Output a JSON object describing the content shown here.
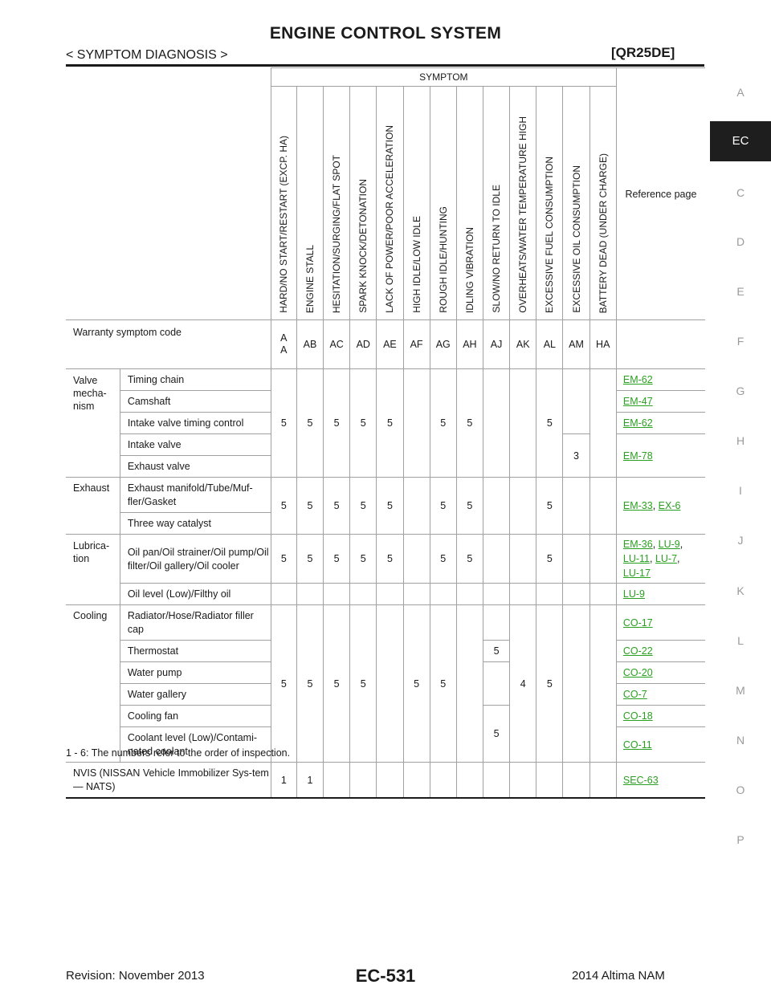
{
  "header": {
    "title": "ENGINE CONTROL SYSTEM",
    "section": "< SYMPTOM DIAGNOSIS >",
    "engine": "[QR25DE]"
  },
  "side_tabs": [
    {
      "label": "A"
    },
    {
      "label": "EC"
    },
    {
      "label": "C"
    },
    {
      "label": "D"
    },
    {
      "label": "E"
    },
    {
      "label": "F"
    },
    {
      "label": "G"
    },
    {
      "label": "H"
    },
    {
      "label": "I"
    },
    {
      "label": "J"
    },
    {
      "label": "K"
    },
    {
      "label": "L"
    },
    {
      "label": "M"
    },
    {
      "label": "N"
    },
    {
      "label": "O"
    },
    {
      "label": "P"
    }
  ],
  "table": {
    "symptom_header": "SYMPTOM",
    "reference_header": "Reference page",
    "symptoms": [
      "HARD/NO START/RESTART (EXCP. HA)",
      "ENGINE STALL",
      "HESITATION/SURGING/FLAT SPOT",
      "SPARK KNOCK/DETONATION",
      "LACK OF POWER/POOR ACCELERATION",
      "HIGH IDLE/LOW IDLE",
      "ROUGH IDLE/HUNTING",
      "IDLING VIBRATION",
      "SLOW/NO RETURN TO IDLE",
      "OVERHEATS/WATER TEMPERATURE HIGH",
      "EXCESSIVE FUEL CONSUMPTION",
      "EXCESSIVE OIL CONSUMPTION",
      "BATTERY DEAD (UNDER CHARGE)"
    ],
    "warranty_label": "Warranty symptom code",
    "codes": [
      "A\nA",
      "AB",
      "AC",
      "AD",
      "AE",
      "AF",
      "AG",
      "AH",
      "AJ",
      "AK",
      "AL",
      "AM",
      "HA"
    ],
    "valve": {
      "system": "Valve mecha-nism",
      "causes": [
        "Timing chain",
        "Camshaft",
        "Intake valve timing control",
        "Intake valve",
        "Exhaust valve"
      ],
      "n": "5",
      "n3": "3",
      "refs": [
        "EM-62",
        "EM-47",
        "EM-62",
        "EM-78"
      ]
    },
    "exhaust": {
      "system": "Exhaust",
      "causes": [
        "Exhaust manifold/Tube/Muf-fler/Gasket",
        "Three way catalyst"
      ],
      "n": "5",
      "refs": [
        "EM-33",
        "EX-6"
      ],
      "sep": ", "
    },
    "lubrication": {
      "system": "Lubrica-tion",
      "causes": [
        "Oil pan/Oil strainer/Oil pump/Oil filter/Oil gallery/Oil cooler",
        "Oil level (Low)/Filthy oil"
      ],
      "n": "5",
      "refs": [
        "EM-36",
        "LU-9",
        "LU-11",
        "LU-7",
        "LU-17",
        "LU-9"
      ],
      "sep": ", ",
      "sep2": ","
    },
    "cooling": {
      "system": "Cooling",
      "causes": [
        "Radiator/Hose/Radiator filler cap",
        "Thermostat",
        "Water pump",
        "Water gallery",
        "Cooling fan",
        "Coolant level (Low)/Contami-nated coolant"
      ],
      "n": "5",
      "n4": "4",
      "refs": [
        "CO-17",
        "CO-22",
        "CO-20",
        "CO-7",
        "CO-18",
        "CO-11"
      ]
    },
    "nvis": {
      "system": "NVIS (NISSAN Vehicle Immobilizer Sys-tem — NATS)",
      "n": "1",
      "ref": "SEC-63"
    }
  },
  "footnote": "1 - 6: The numbers refer to the order of inspection.",
  "footer": {
    "revision": "Revision: November 2013",
    "page": "EC-531",
    "model": "2014 Altima NAM"
  }
}
